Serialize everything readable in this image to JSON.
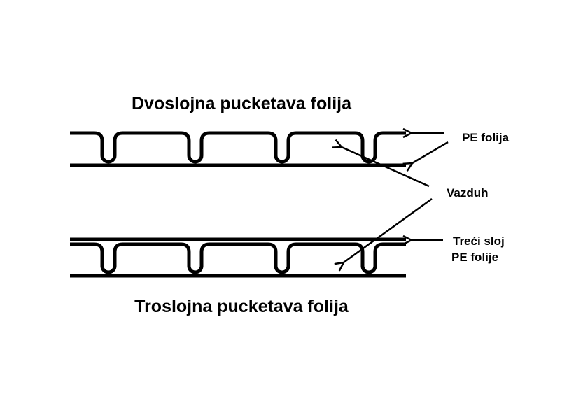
{
  "diagram": {
    "top_title": "Dvoslojna pucketava folija",
    "bottom_title": "Troslojna pucketava folija",
    "labels": {
      "pe_film": "PE folija",
      "air": "Vazduh",
      "third_layer_line1": "Treći sloj",
      "third_layer_line2": "PE folije"
    },
    "colors": {
      "stroke": "#000000",
      "background": "#ffffff"
    }
  }
}
